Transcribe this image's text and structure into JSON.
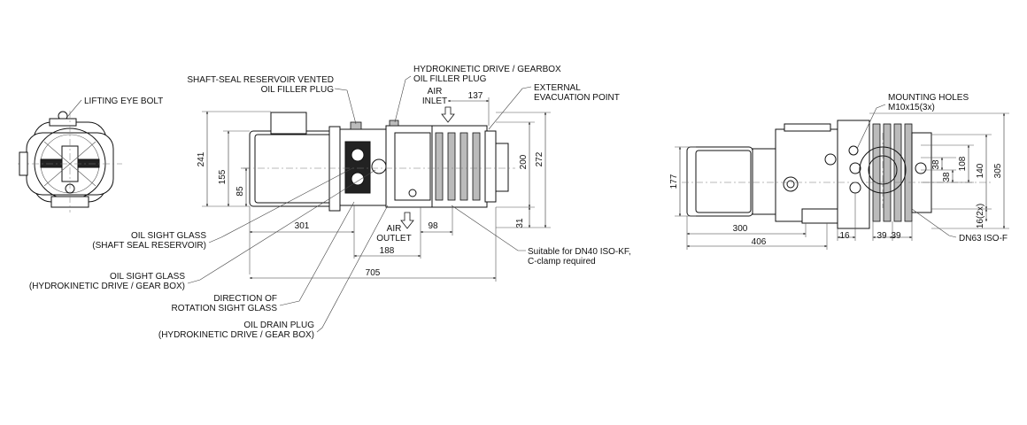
{
  "labels": {
    "lifting_eye_bolt": "LIFTING EYE BOLT",
    "shaft_seal_reservoir_1": "SHAFT-SEAL RESERVOIR VENTED",
    "shaft_seal_reservoir_2": "OIL FILLER PLUG",
    "gearbox_plug_1": "HYDROKINETIC DRIVE / GEARBOX",
    "gearbox_plug_2": "OIL FILLER PLUG",
    "air_inlet_1": "AIR",
    "air_inlet_2": "INLET",
    "external_evac_1": "EXTERNAL",
    "external_evac_2": "EVACUATION POINT",
    "air_outlet_1": "AIR",
    "air_outlet_2": "OUTLET",
    "oil_sight_seal_1": "OIL SIGHT GLASS",
    "oil_sight_seal_2": "(SHAFT SEAL RESERVOIR)",
    "oil_sight_gear_1": "OIL SIGHT GLASS",
    "oil_sight_gear_2": "(HYDROKINETIC DRIVE / GEAR BOX)",
    "rotation_1": "DIRECTION OF",
    "rotation_2": "ROTATION SIGHT GLASS",
    "drain_1": "OIL DRAIN PLUG",
    "drain_2": "(HYDROKINETIC DRIVE / GEAR BOX)",
    "dn40_1": "Suitable for DN40 ISO-KF,",
    "dn40_2": "C-clamp required",
    "mounting_1": "MOUNTING HOLES",
    "mounting_2": "M10x15(3x)",
    "dn63": "DN63 ISO-F"
  },
  "dimensions": {
    "side": {
      "d137": "137",
      "d241": "241",
      "d155": "155",
      "d85": "85",
      "d200": "200",
      "d272": "272",
      "d31": "31",
      "d301": "301",
      "d98": "98",
      "d188": "188",
      "d705": "705"
    },
    "right": {
      "d177": "177",
      "d38a": "38",
      "d38b": "38",
      "d108": "108",
      "d140": "140",
      "d305": "305",
      "d16x2": "16(2x)",
      "d300": "300",
      "d406": "406",
      "d16": "16",
      "d39a": "39",
      "d39b": "39"
    }
  }
}
